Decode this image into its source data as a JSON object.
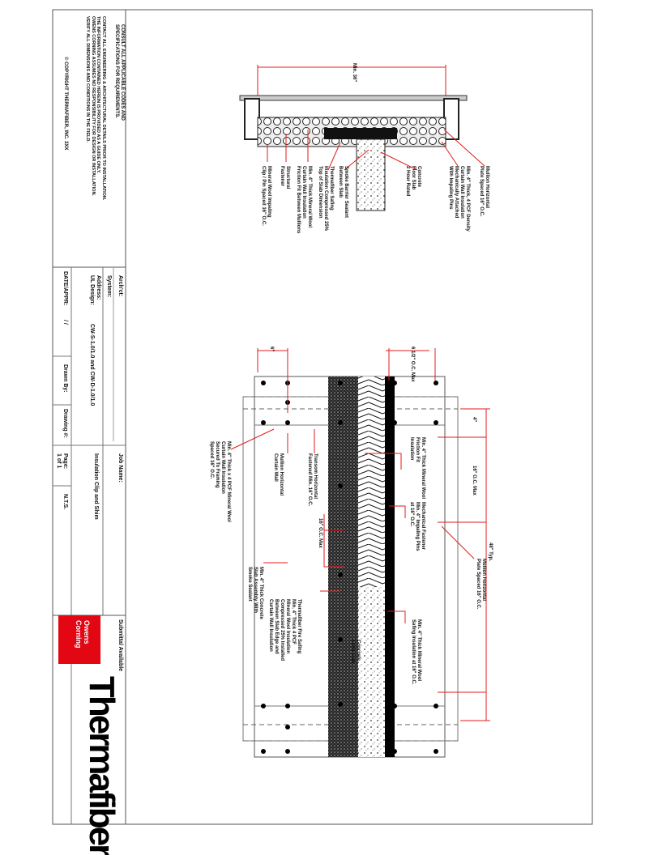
{
  "title_block": {
    "disclaimer": "CONTACT ALL ENGINEERING & ARCHITECTURAL DETAILS PRIOR TO INSTALLATION.\nTHE INFORMATION CONTAINED HEREIN IS PROVIDED AS A GUIDE ONLY.\nOWENS CORNING ASSUMES NO RESPONSIBILITY FOR DESIGN OR INSTALLATION.\nVERIFY ALL DIMENSIONS AND CONDITIONS IN THE FIELD.",
    "disclaimer_heading": "CONSULT ALL APPLICABLE CODES AND\nSPECIFICATIONS FOR REQUIREMENTS.",
    "copyright": "© COPYRIGHT THERMAFIBER, INC. 2XX",
    "fields": {
      "architect_label": "Arch'ct:",
      "system_label": "System:",
      "address_label": "Address:",
      "ul_design_label": "UL Design:",
      "ul_design_value": "CW-S-1.0/1.0 and CW-D-1.0/1.0",
      "date_label": "DATE/APPR:",
      "date_value": "/    /",
      "drawn_by_label": "Drawn By:",
      "drawing_number_label": "Drawing #:",
      "sheet_label": "Page:",
      "sheet_value": "1 of 1",
      "scale_value": "N.T.S.",
      "job_name_label": "Job Name:",
      "detail_title": "Insulation Clip and Shim"
    },
    "brand_caption": "Submittal Available",
    "owens_corning_text": "Owens\nCorning",
    "brand_name": "Thermafiber",
    "brand_color": "#e30613"
  },
  "plan_detail": {
    "dimension": "Min. 36\"",
    "labels": [
      "Mineral Wool Impaling\nClip / Pin Spaced 16\" O.C.",
      "Structural\nFastener",
      "Min. 4\" Thick Mineral Wool\nCurtain Wall Insulation\nFriction Fit Between Mullions",
      "Thermafiber Safing\nInsulation Compressed 25%\nTop of Slab Dimension",
      "Smoke Barrier Sealant\nBetween Slab",
      "Concrete\nFloor Slab\n2 Hour Rated",
      "Min. 4\" Thick, 4 PCF Density\nCurtain Wall Insulation\nMechanically Attached\nWith Impaling Pins",
      "Mullion Horizontal\nPlate Spaced 16\" O.C."
    ]
  },
  "elevation_detail": {
    "dim_top_left": "6\"",
    "dim_top_right": "6 1/2\" O.C. Max",
    "dim_right_total": "48\" Typ.",
    "dim_right_spacing": "16\" O.C. Max",
    "dim_right_small": "4\"",
    "dim_left_spacing": "16\" O.C. Max",
    "labels": [
      "Min. 4\" Thick x 4 PCF Mineral Wool\nCurtain Wall Insulation\nSecured To Framing\nSpaced 16\" O.C.",
      "Mullion Horizontal\nCurtain Wall",
      "Transom Horizontal\nFastened Min. 16\" O.C.",
      "Min. 4\" Thick Mineral Wool\nFriction Fit\nInsulation",
      "Mechanical Fastener\nMin. 4\" Impaling Pins\nat 16\" O.C.",
      "Mullion Horizontal\nPlate Spaced 16\" O.C.",
      "Min. 4\" Thick Mineral Wool\nSafing Insulation at 16\" O.C.",
      "Thermafiber Fire Safing\nMin. 4\" Thick 4 PCF\nMineral Wool Insulation\nCompressed 25% Installed\nBetween Slab Edge and\nCurtain Wall Insulation",
      "Concrete\nFloor Slab",
      "Min. 4\" Thick Concrete\nSlab Assembly With\nSmoke Sealant"
    ]
  },
  "colors": {
    "dimension": "#e31b1b",
    "line": "#222222"
  }
}
